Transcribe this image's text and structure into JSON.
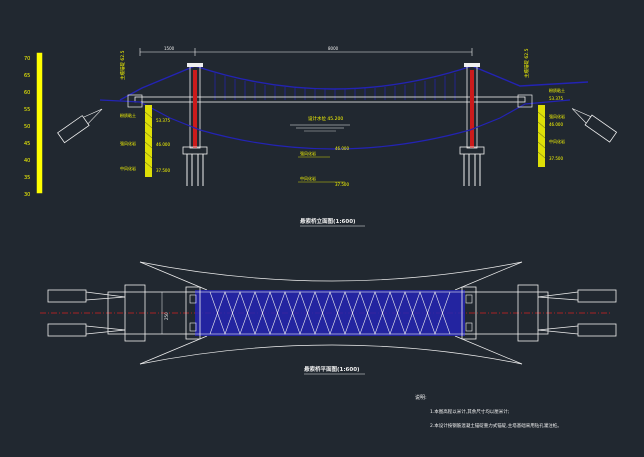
{
  "colors": {
    "background": "#212830",
    "structure": "#f0f0f0",
    "cable": "#2323b4",
    "annotation": "#ffff00",
    "column": "#cc1b1b",
    "axis": "#d22020"
  },
  "elevation": {
    "title": "悬索桥立面图(1:600)",
    "scale_labels": [
      "70",
      "65",
      "60",
      "55",
      "50",
      "45",
      "40",
      "35",
      "30"
    ],
    "main_span": "8000",
    "side_span": "1500",
    "left_anchor_text": "主缆锚碇 62.5",
    "right_anchor_text": "主缆锚碇 62.5",
    "water_level": "设计水位 45.200",
    "layer_labels_left": [
      "粉质粘土",
      "强风化岩",
      "中风化岩"
    ],
    "layer_labels_right": [
      "粉质粘土",
      "强风化岩",
      "中风化岩"
    ],
    "level_values_left": [
      "53.375",
      "46.000",
      "37.500"
    ],
    "level_values_right": [
      "53.375",
      "46.000",
      "37.500"
    ]
  },
  "plan": {
    "title": "悬索桥平面图(1:600)",
    "deck_width": "250"
  },
  "notes": {
    "heading": "说明:",
    "items": [
      "1.本图高程以米计,其余尺寸均以厘米计;",
      "2.本设计按钢筋混凝土锚碇重力式锚碇,主塔基础采用钻孔灌注桩。"
    ]
  }
}
